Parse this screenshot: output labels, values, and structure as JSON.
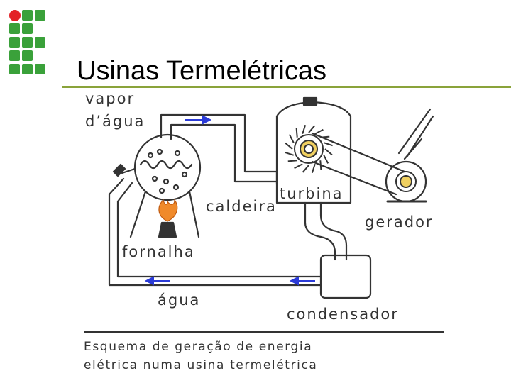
{
  "slide": {
    "title": "Usinas Termelétricas",
    "accent_color": "#8aa33a",
    "logo_red": "#e32126",
    "logo_green": "#3aa13a"
  },
  "diagram": {
    "labels": {
      "vapor_line1": "vapor",
      "vapor_line2": "d’água",
      "caldeira": "caldeira",
      "turbina": "turbina",
      "gerador": "gerador",
      "fornalha": "fornalha",
      "agua": "água",
      "condensador": "condensador"
    },
    "caption_line1": "Esquema de geração de energia",
    "caption_line2": "elétrica numa usina termelétrica",
    "arrow_color": "#2b3bd8",
    "flame_color": "#f08a2a"
  }
}
